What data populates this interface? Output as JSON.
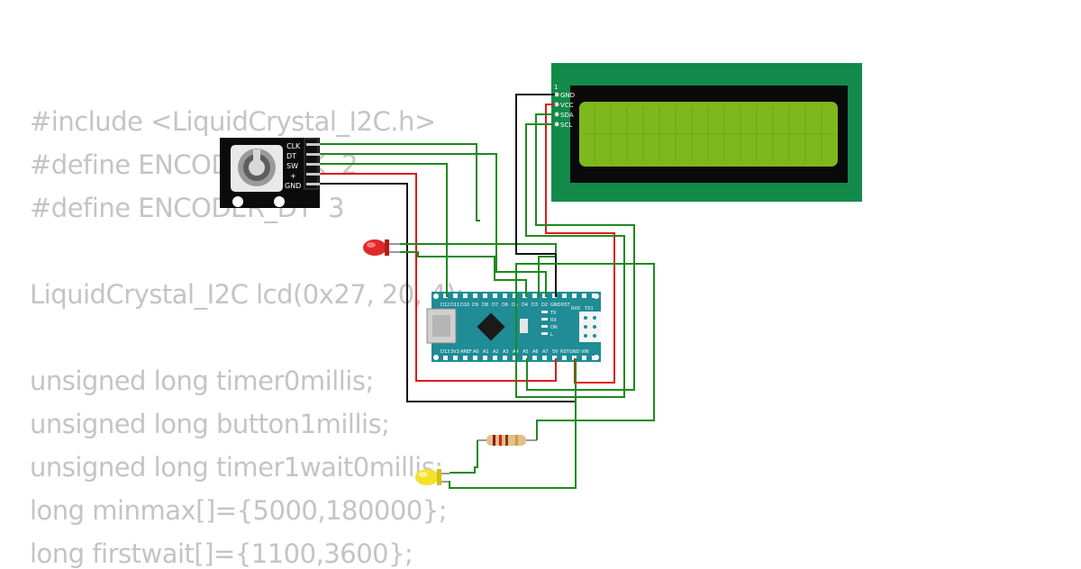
{
  "code_lines": [
    "#include <LiquidCrystal_I2C.h>",
    "#define ENCODER_CLK  2",
    "#define ENCODER_DT  3",
    "",
    "LiquidCrystal_I2C lcd(0x27, 20, 4);",
    "",
    "unsigned long timer0millis;",
    "unsigned long button1millis;",
    "unsigned long timer1wait0millis;",
    "long minmax[]={5000,180000};",
    "long firstwait[]={1100,3600};"
  ],
  "encoder": {
    "pins": [
      "CLK",
      "DT",
      "SW",
      "+",
      "GND"
    ]
  },
  "lcd": {
    "pin1_marker": "1",
    "pins": [
      "GND",
      "VCC",
      "SDA",
      "SCL"
    ]
  },
  "nano": {
    "top_pins": [
      "D12",
      "D11",
      "D10",
      "D9",
      "D8",
      "D7",
      "D6",
      "D5",
      "D4",
      "D3",
      "D2",
      "GND",
      "RST",
      "RX0",
      "TX1"
    ],
    "bottom_pins": [
      "D13",
      "3V3",
      "AREF",
      "A0",
      "A1",
      "A2",
      "A3",
      "A4",
      "A5",
      "A6",
      "A7",
      "5V",
      "RST",
      "GND",
      "VIN"
    ],
    "leds": [
      "TX",
      "RX",
      "ON",
      "L"
    ]
  },
  "colors": {
    "wire_green": "#1e8a1e",
    "wire_red": "#dd1a1a",
    "wire_black": "#111111",
    "nano_board": "#1f8c96",
    "lcd_board": "#138a4a",
    "lcd_screen": "#7fb81c",
    "code_text": "#c4c4c4"
  },
  "icons": {
    "led_red": "red-led-icon",
    "led_yellow": "yellow-led-icon",
    "resistor": "resistor-icon",
    "encoder_knob": "rotary-knob-icon",
    "usb": "mini-usb-icon",
    "chip": "microcontroller-chip-icon"
  }
}
